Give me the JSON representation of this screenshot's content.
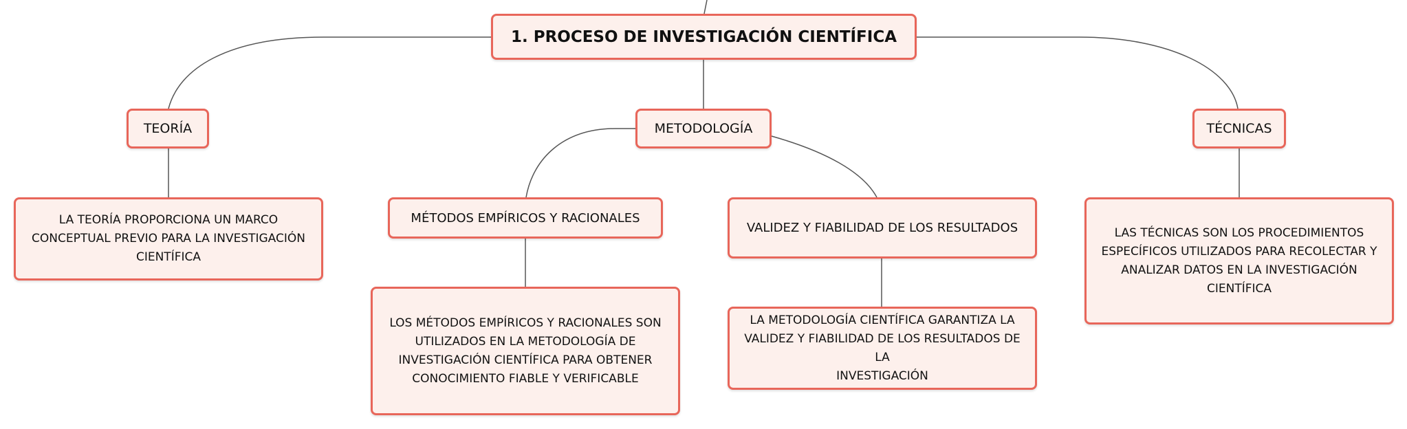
{
  "root": {
    "label": "1. PROCESO DE INVESTIGACIÓN CIENTÍFICA"
  },
  "teoria": {
    "label": "TEORÍA",
    "detail": [
      "LA TEORÍA PROPORCIONA UN MARCO",
      "CONCEPTUAL PREVIO PARA LA INVESTIGACIÓN",
      "CIENTÍFICA"
    ]
  },
  "metodologia": {
    "label": "METODOLOGÍA",
    "metodos": {
      "label": "MÉTODOS EMPÍRICOS Y RACIONALES",
      "detail": [
        "LOS MÉTODOS EMPÍRICOS Y RACIONALES SON",
        "UTILIZADOS EN LA METODOLOGÍA DE",
        "INVESTIGACIÓN CIENTÍFICA PARA OBTENER",
        "CONOCIMIENTO FIABLE Y VERIFICABLE"
      ]
    },
    "validez": {
      "label": "VALIDEZ Y FIABILIDAD DE LOS RESULTADOS",
      "detail": [
        "LA METODOLOGÍA CIENTÍFICA GARANTIZA LA",
        "VALIDEZ Y FIABILIDAD DE LOS RESULTADOS DE LA",
        "INVESTIGACIÓN"
      ]
    }
  },
  "tecnicas": {
    "label": "TÉCNICAS",
    "detail": [
      "LAS TÉCNICAS SON LOS PROCEDIMIENTOS",
      "ESPECÍFICOS UTILIZADOS PARA RECOLECTAR Y",
      "ANALIZAR DATOS EN LA INVESTIGACIÓN CIENTÍFICA"
    ]
  },
  "colors": {
    "border": "#e8665a",
    "fill": "#fdf0ec",
    "connector": "#555555"
  }
}
